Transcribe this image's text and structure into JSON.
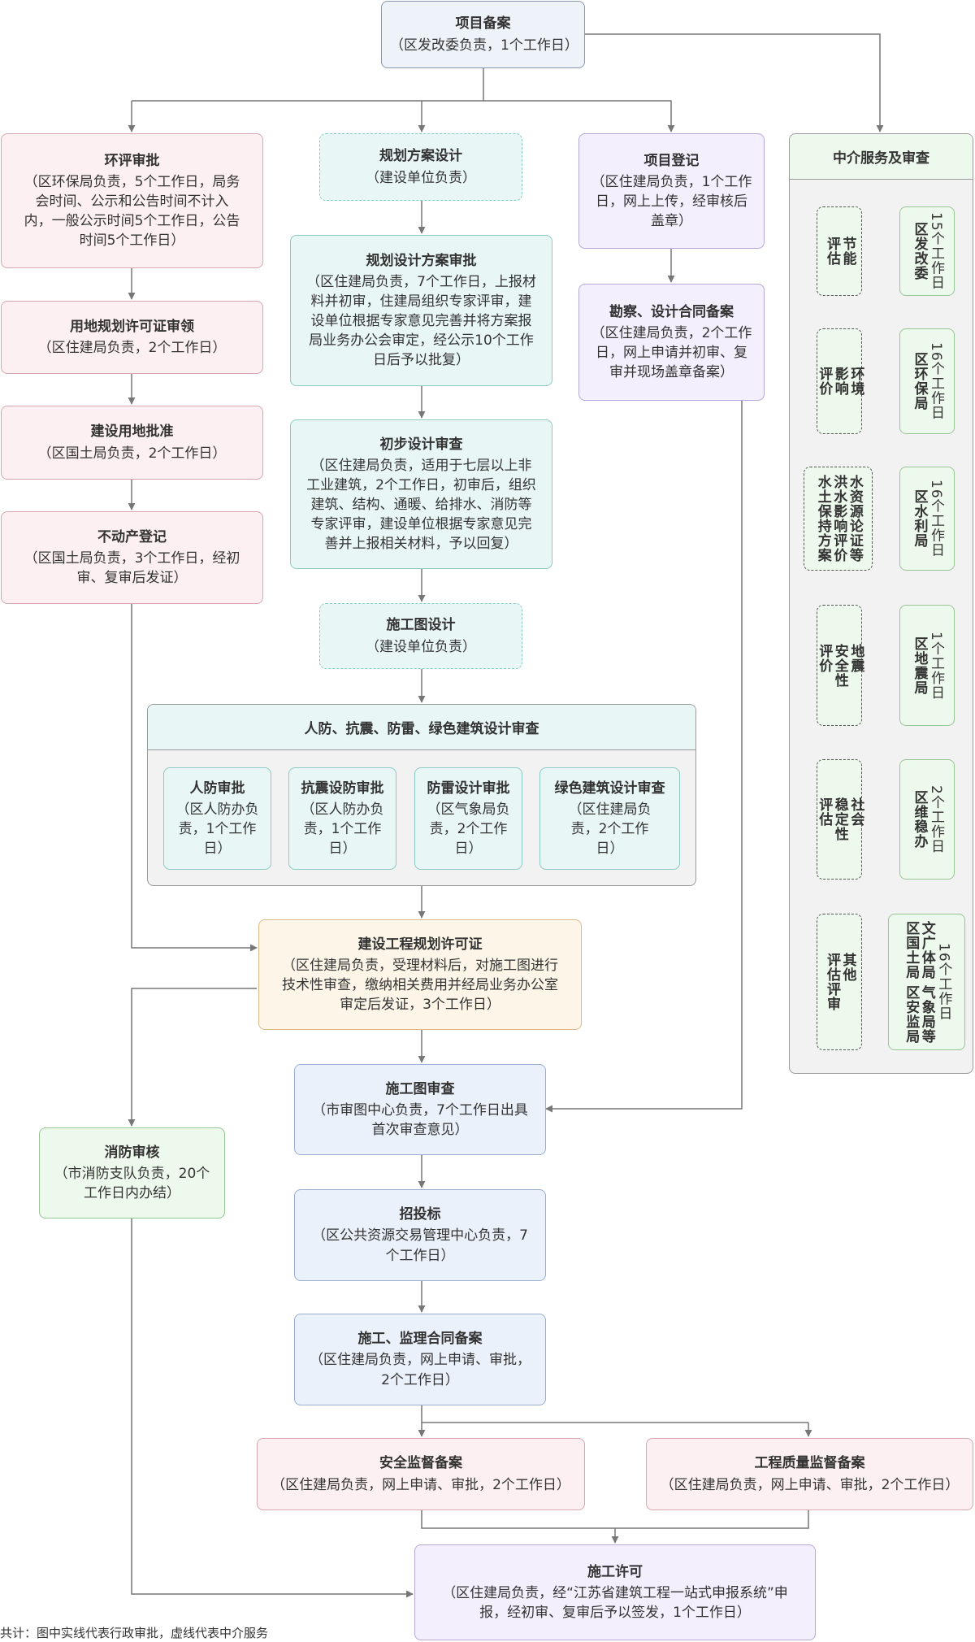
{
  "colors": {
    "line": "#777777",
    "grey": "#eef2f9",
    "pink": "#fdf0f2",
    "teal": "#e8f7f6",
    "purple": "#f3effc",
    "green": "#eef9ed",
    "orange": "#fdf6e8",
    "blue": "#eaf1fb"
  },
  "nodes": {
    "project_filing": {
      "title": "项目备案",
      "desc": "（区发改委负责，1个工作日）"
    },
    "eia_review": {
      "title": "环评审批",
      "desc": "（区环保局负责，5个工作日，局务\n会时间、公示和公告时间不计入\n内，一般公示时间5个工作日，公告\n时间5个工作日）"
    },
    "land_use_permit": {
      "title": "用地规划许可证审领",
      "desc": "（区住建局负责，2个工作日）"
    },
    "land_approval": {
      "title": "建设用地批准",
      "desc": "（区国土局负责，2个工作日）"
    },
    "property_registration": {
      "title": "不动产登记",
      "desc": "（区国土局负责，3个工作日，经初\n审、复审后发证）"
    },
    "planning_design": {
      "title": "规划方案设计",
      "desc": "（建设单位负责）"
    },
    "planning_approval": {
      "title": "规划设计方案审批",
      "desc": "（区住建局负责，7个工作日，上报材\n料并初审，住建局组织专家评审，建\n设单位根据专家意见完善并将方案报\n局业务办公会审定，经公示10个工作\n日后予以批复）"
    },
    "preliminary_design": {
      "title": "初步设计审查",
      "desc": "（区住建局负责，适用于七层以上非\n工业建筑，2个工作日，初审后，组织\n建筑、结构、通暖、给排水、消防等\n专家评审，建设单位根据专家意见完\n善并上报相关材料，予以回复）"
    },
    "construction_drawing_design": {
      "title": "施工图设计",
      "desc": "（建设单位负责）"
    },
    "project_registration": {
      "title": "项目登记",
      "desc": "（区住建局负责，1个工作\n日，网上上传，经审核后\n盖章）"
    },
    "survey_contract_filing": {
      "title": "勘察、设计合同备案",
      "desc": "（区住建局负责，2个工作\n日，网上申请并初审、复\n审并现场盖章备案）"
    },
    "civil_air_defense": {
      "title": "人防审批",
      "desc": "（区人防办负\n责，1个工作\n日）"
    },
    "seismic_review": {
      "title": "抗震设防审批",
      "desc": "（区人防办负\n责，1个工作\n日）"
    },
    "lightning_review": {
      "title": "防雷设计审批",
      "desc": "（区气象局负\n责，2个工作\n日）"
    },
    "green_building_review": {
      "title": "绿色建筑设计审查",
      "desc": "（区住建局负\n责，2个工作\n日）"
    },
    "planning_permit": {
      "title": "建设工程规划许可证",
      "desc": "（区住建局负责，受理材料后，对施工图进行\n技术性审查，缴纳相关费用并经局业务办公室\n审定后发证，3个工作日）"
    },
    "drawing_review": {
      "title": "施工图审查",
      "desc": "（市审图中心负责，7个工作日出具\n首次审查意见）"
    },
    "fire_review": {
      "title": "消防审核",
      "desc": "（市消防支队负责，20个\n工作日内办结）"
    },
    "bidding": {
      "title": "招投标",
      "desc": "（区公共资源交易管理中心负责，7\n个工作日）"
    },
    "supervision_contract": {
      "title": "施工、监理合同备案",
      "desc": "（区住建局负责，网上申请、审批，\n2个工作日）"
    },
    "safety_filing": {
      "title": "安全监督备案",
      "desc": "（区住建局负责，网上申请、审批，2个工作日）"
    },
    "quality_filing": {
      "title": "工程质量监督备案",
      "desc": "（区住建局负责，网上申请、审批，2个工作日）"
    },
    "construction_permit": {
      "title": "施工许可",
      "desc": "（区住建局负责，经“江苏省建筑工程一站式申报系统”申\n报，经初审、复审后予以签发，1个工作日）"
    }
  },
  "containers": {
    "design_review_group": {
      "title": "人防、抗震、防雷、绿色建筑设计审查"
    },
    "intermediary": {
      "title": "中介服务及审查"
    }
  },
  "intermediary_items": [
    {
      "service": "节能\n评估",
      "days": "15个工作日",
      "agency": "区发改委"
    },
    {
      "service": "环境\n影响\n评价",
      "days": "16个工作日",
      "agency": "区环保局"
    },
    {
      "service": "水资源论证等\n洪水影响评价\n水土保持方案",
      "days": "16个工作日",
      "agency": "区水利局"
    },
    {
      "service": "地震\n安全性\n评价",
      "days": "1个工作日",
      "agency": "区地震局"
    },
    {
      "service": "社会\n稳定性\n评估",
      "days": "2个工作日",
      "agency": "区维稳办"
    },
    {
      "service": "其他\n评估评审",
      "days": "16个工作日",
      "agency": "文广体局 气象局等\n区国土局 区安监局"
    }
  ],
  "footnote": "共计：图中实线代表行政审批，虚线代表中介服务"
}
